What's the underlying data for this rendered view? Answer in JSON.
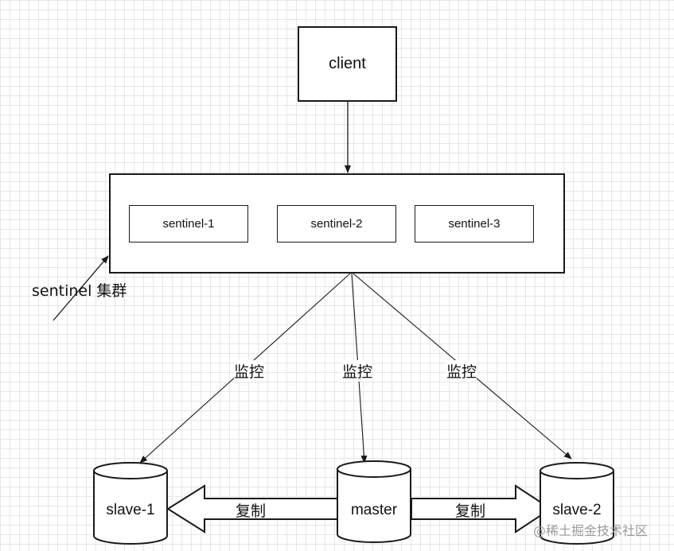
{
  "client": {
    "label": "client"
  },
  "sentinel_cluster": {
    "label": "sentinel 集群",
    "nodes": [
      "sentinel-1",
      "sentinel-2",
      "sentinel-3"
    ]
  },
  "monitor_label": "监控",
  "replication_label": "复制",
  "databases": {
    "slave1": "slave-1",
    "master": "master",
    "slave2": "slave-2"
  },
  "watermark": "@稀土掘金技术社区",
  "colors": {
    "stroke": "#1a1a1a",
    "grid": "#e6e6e6",
    "watermark": "#9a9a9a"
  }
}
